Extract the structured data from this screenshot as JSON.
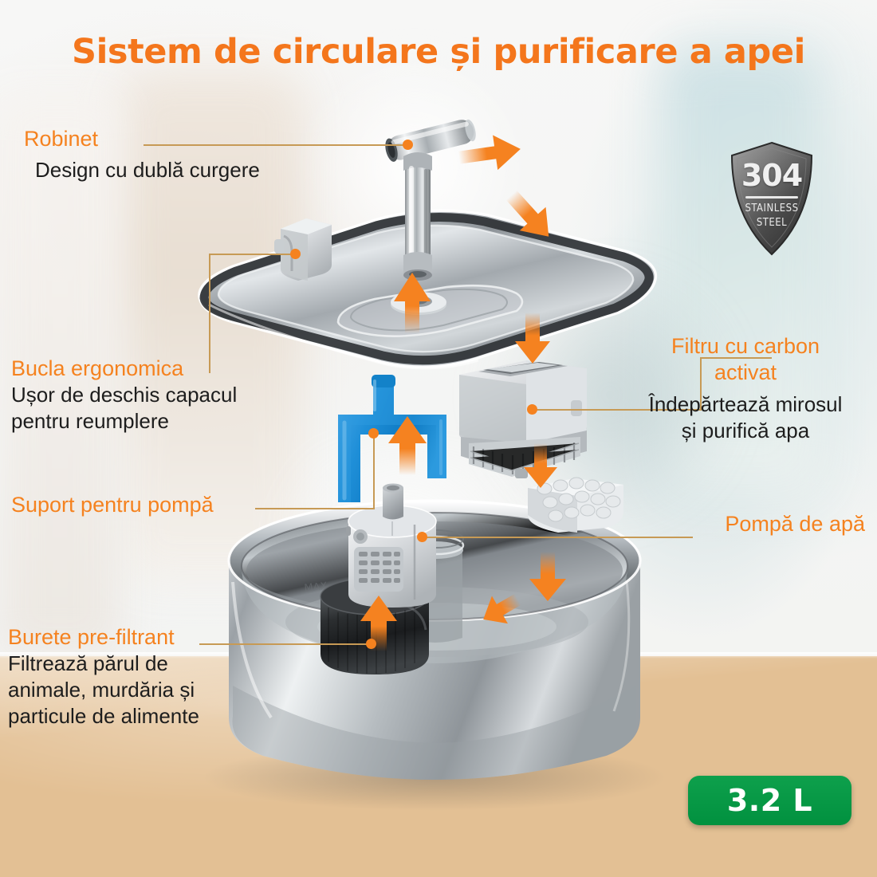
{
  "title": "Sistem de circulare și purificare a apei",
  "colors": {
    "accent_orange": "#F5821F",
    "title_orange": "#F4761C",
    "connector": "#C79A55",
    "badge_green": "#01913F",
    "bracket_blue": "#1B8ED6",
    "body_text": "#1D1D1D"
  },
  "labels": {
    "faucet": {
      "heading": "Robinet",
      "body_lines": [
        "Design cu dublă curgere"
      ]
    },
    "loop": {
      "heading": "Bucla ergonomica",
      "body_lines": [
        "Ușor de deschis capacul",
        "pentru reumplere"
      ]
    },
    "bracket": {
      "heading": "Suport pentru pompă",
      "body_lines": []
    },
    "sponge": {
      "heading": "Burete pre-filtrant",
      "body_lines": [
        "Filtrează părul de",
        "animale, murdăria și",
        "particule de alimente"
      ]
    },
    "carbon": {
      "heading_lines": [
        "Filtru cu carbon",
        "activat"
      ],
      "body_lines": [
        "Îndepărtează mirosul",
        "și purifică apa"
      ]
    },
    "pump": {
      "heading": "Pompă de apă",
      "body_lines": []
    }
  },
  "badges": {
    "steel": {
      "grade": "304",
      "line1": "STAINLESS",
      "line2": "STEEL"
    },
    "capacity": {
      "value": "3.2 L"
    }
  }
}
